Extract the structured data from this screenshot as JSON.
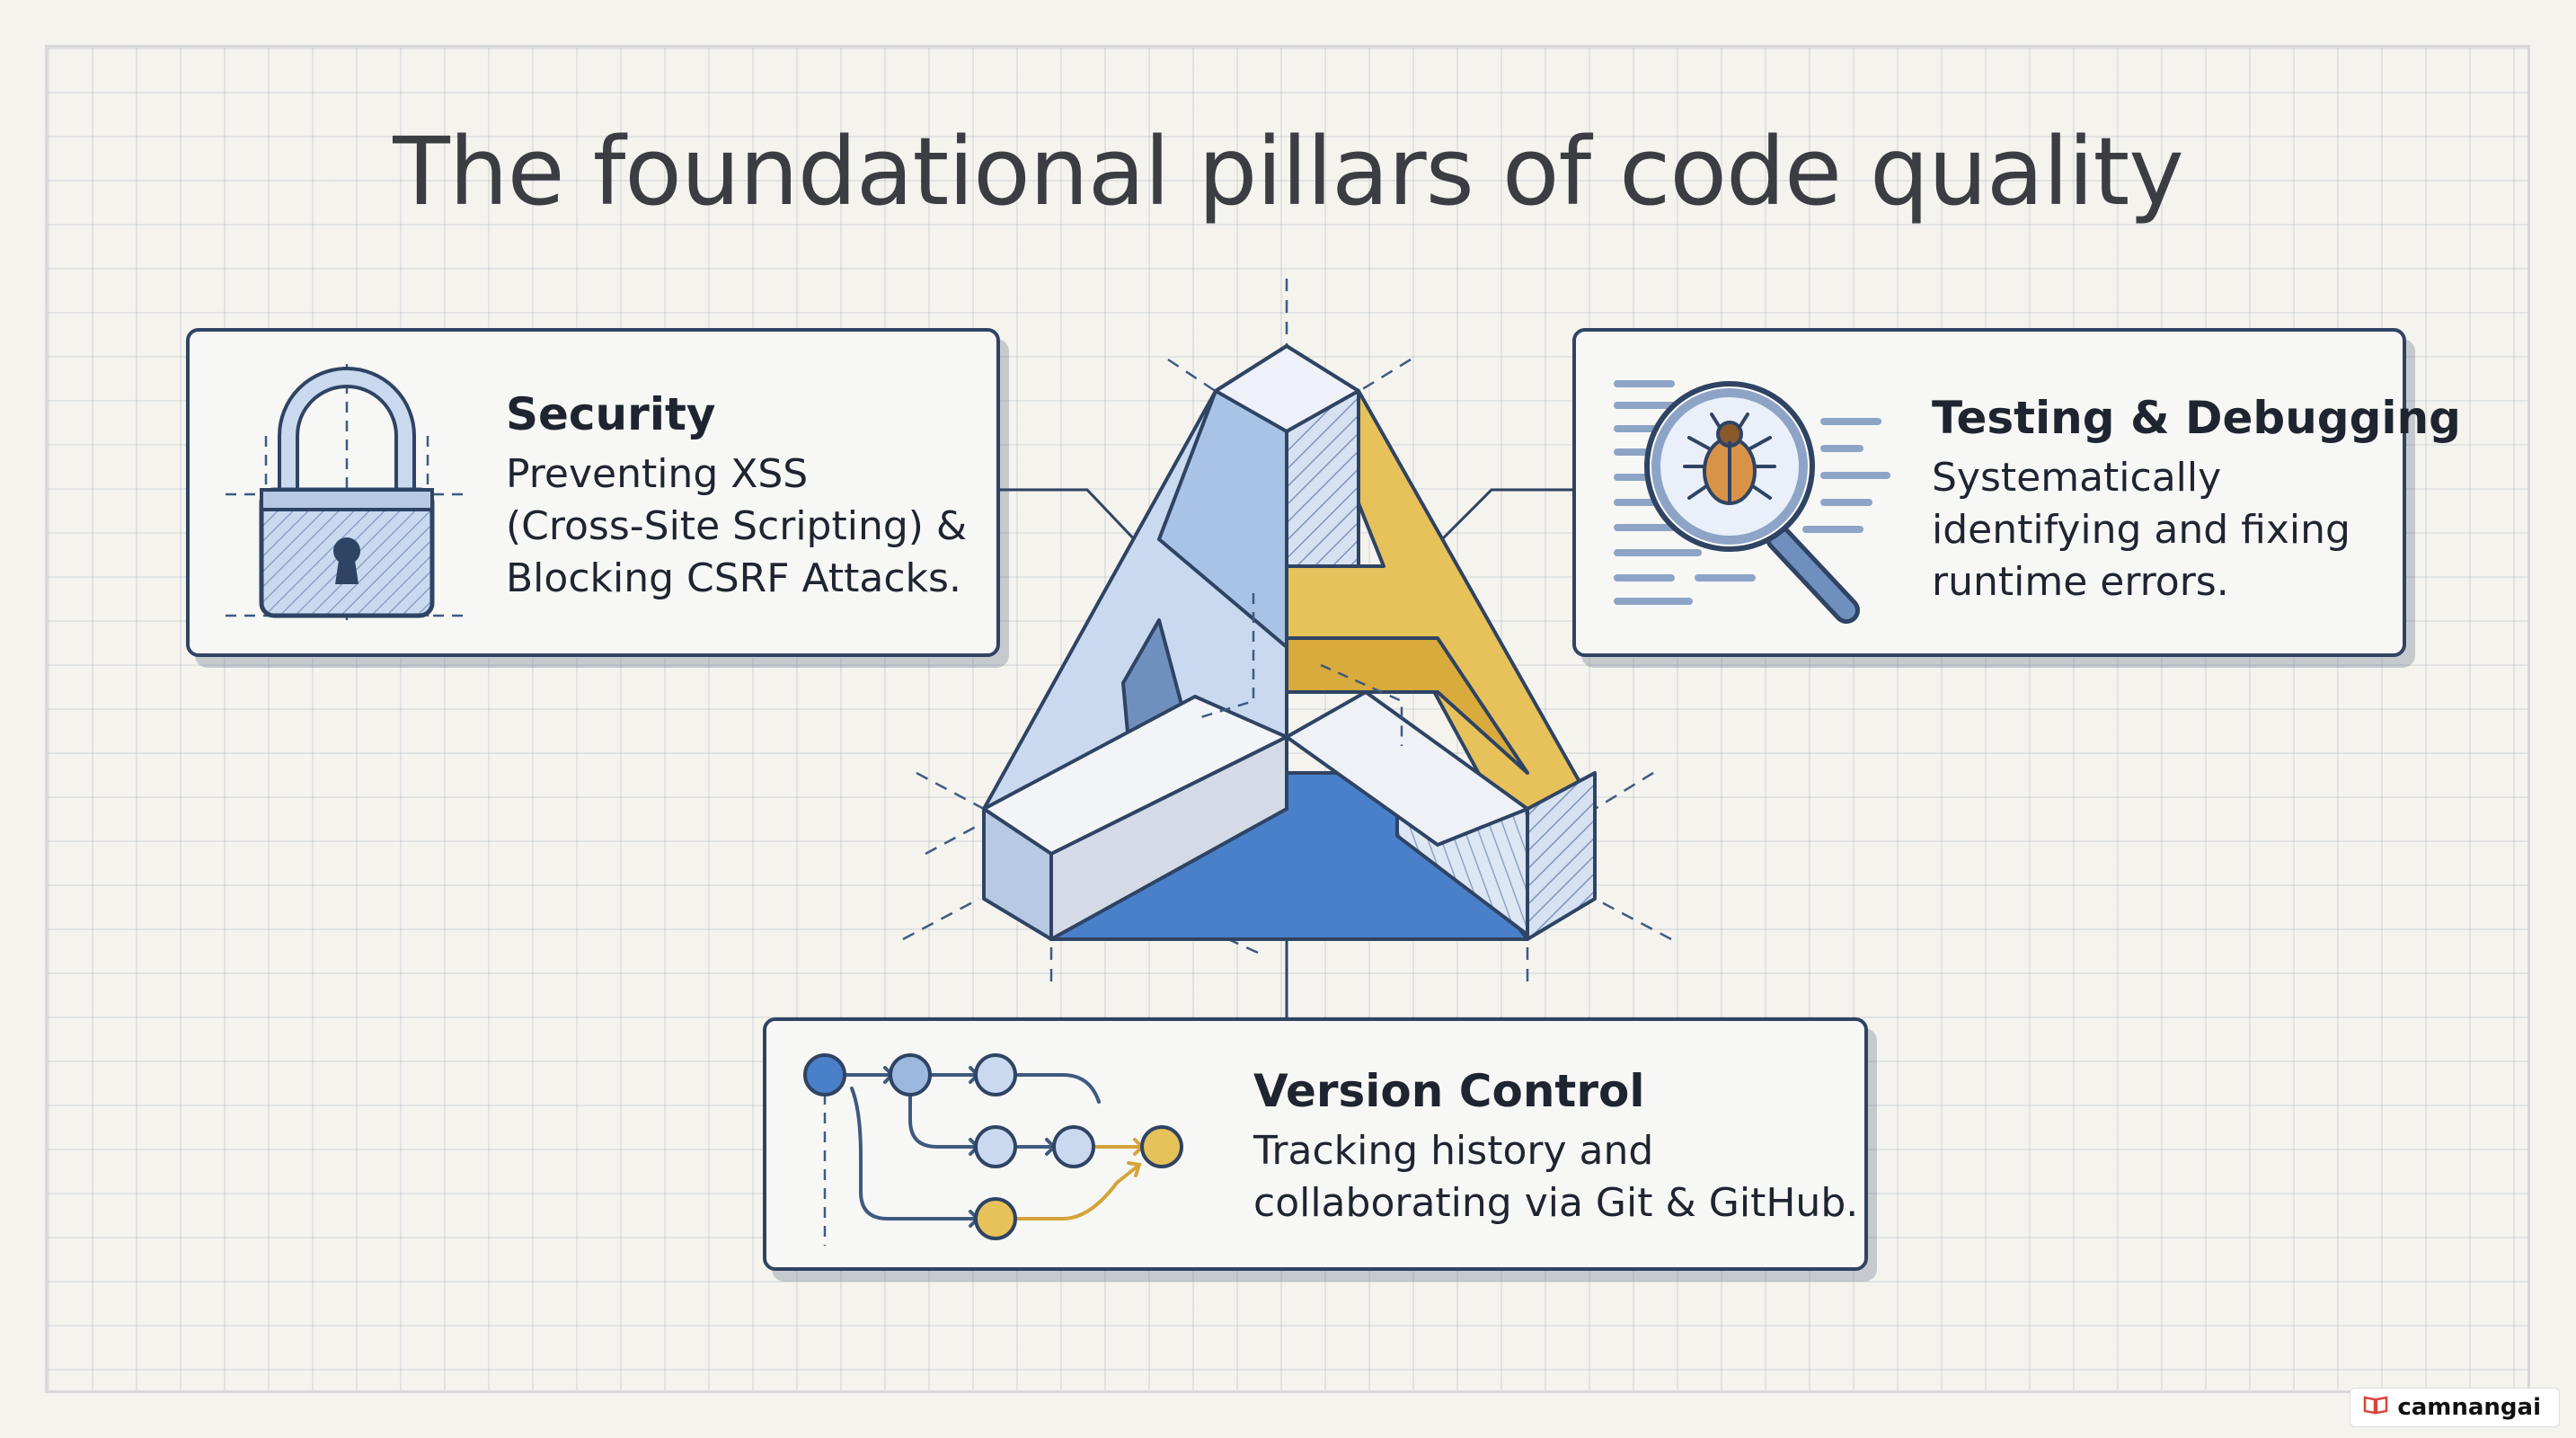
{
  "title": "The foundational pillars of code quality",
  "cards": {
    "security": {
      "heading": "Security",
      "description": "Preventing XSS\n(Cross-Site Scripting) &\nBlocking CSRF Attacks.",
      "icon": "padlock-icon"
    },
    "testing": {
      "heading": "Testing & Debugging",
      "description": "Systematically\nidentifying and fixing\nruntime errors.",
      "icon": "magnifier-bug-icon"
    },
    "version": {
      "heading": "Version Control",
      "description": "Tracking history and\ncollaborating via Git & GitHub.",
      "icon": "git-branch-icon"
    }
  },
  "centerpiece": {
    "icon": "impossible-triangle-icon"
  },
  "watermark": {
    "label": "camnangai",
    "icon": "book-icon"
  },
  "colors": {
    "accent_blue": "#4a7fc9",
    "light_blue": "#c9daf0",
    "accent_yellow": "#e7c15a",
    "outline": "#2f4363",
    "text": "#1f2530"
  }
}
